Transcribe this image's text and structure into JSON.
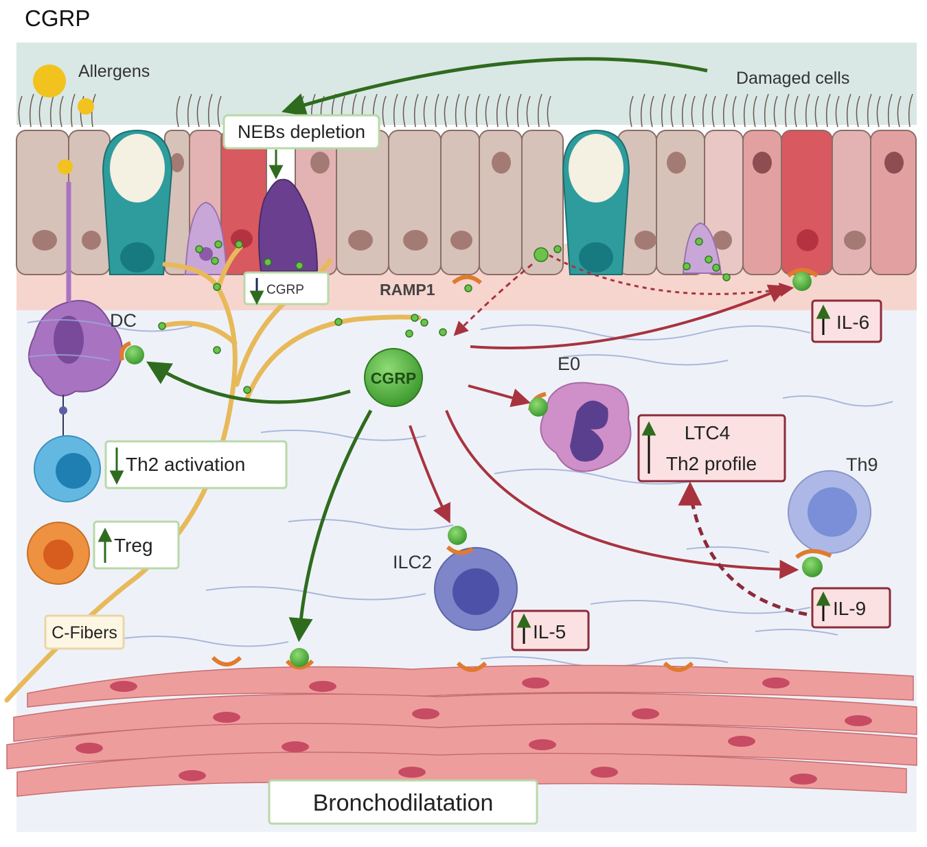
{
  "title": "CGRP",
  "labels": {
    "allergens": "Allergens",
    "damaged_cells": "Damaged cells",
    "nebs_depletion": "NEBs depletion",
    "cgrp_small": "CGRP",
    "ramp1": "RAMP1",
    "dc": "DC",
    "cgrp_center": "CGRP",
    "eo": "E0",
    "il6": "IL-6",
    "ltc4": "LTC4",
    "th2_profile": "Th2 profile",
    "th2_activation": "Th2 activation",
    "treg": "Treg",
    "th9": "Th9",
    "ilc2": "ILC2",
    "il9": "IL-9",
    "il5": "IL-5",
    "c_fibers": "C-Fibers",
    "bronchodilatation": "Bronchodilatation"
  },
  "colors": {
    "epithelium_top": "#d9e8e4",
    "basement": "#f7d5cf",
    "tissue": "#eef2f8",
    "epithelial_cell": "#d7c2b9",
    "damaged_cell": "#d8595f",
    "goblet": "#2e9c9c",
    "neb": "#6b3f8f",
    "dc": "#a874c1",
    "nerve": "#e8b95a",
    "cgrp": "#4caa3c",
    "ramp": "#e07b2e",
    "inhibit_arrow": "#2f6b1e",
    "stimulate_arrow": "#a8333f",
    "eosinophil": "#cf8fc9",
    "th2_cell": "#62b8e0",
    "treg_cell": "#ee9140",
    "th9_cell": "#aeb8e6",
    "ilc2_cell": "#7e86c9",
    "smooth_muscle": "#ee9d9d"
  }
}
